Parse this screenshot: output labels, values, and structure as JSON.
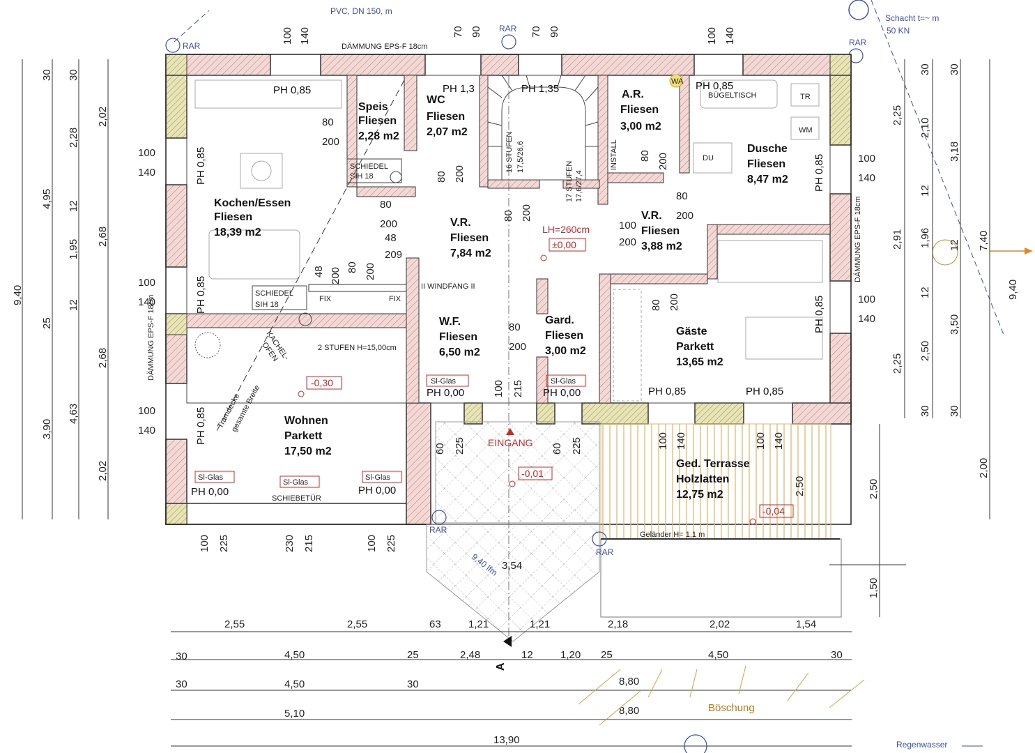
{
  "colors": {
    "wall_fill": "#f3d9d5",
    "wall_hatch": "#c98a86",
    "insulation": "#c9c48a",
    "dim_line": "#333333",
    "red": "#dd2222",
    "blue": "#3b4fb5",
    "orange": "#c47a1a"
  },
  "top_notes": {
    "pipe": "PVC, DN 150,  m",
    "shaft": "Schacht t=~  m",
    "load": "50 KN",
    "rar": "RAR",
    "insulation_top": "DÄMMUNG EPS-F 18cm",
    "insulation_right": "DÄMMUNG EPS-F 18cm",
    "insulation_left": "DÄMMUNG EPS-F 18cm"
  },
  "rooms": {
    "kochen": {
      "name": "Kochen/Essen",
      "material": "Fliesen",
      "area": "18,39 m2"
    },
    "speis": {
      "name": "Speis",
      "material": "Fliesen",
      "area": "2,28 m2"
    },
    "wc": {
      "name": "WC",
      "material": "Fliesen",
      "area": "2,07 m2"
    },
    "ar": {
      "name": "A.R.",
      "material": "Fliesen",
      "area": "3,00 m2"
    },
    "dusche": {
      "name": "Dusche",
      "material": "Fliesen",
      "area": "8,47 m2"
    },
    "vr1": {
      "name": "V.R.",
      "material": "Fliesen",
      "area": "7,84 m2"
    },
    "vr2": {
      "name": "V.R.",
      "material": "Fliesen",
      "area": "3,88 m2"
    },
    "wf": {
      "name": "W.F.",
      "material": "Fliesen",
      "area": "6,50 m2"
    },
    "gard": {
      "name": "Gard.",
      "material": "Fliesen",
      "area": "3,00 m2"
    },
    "gaeste": {
      "name": "Gäste",
      "material": "Parkett",
      "area": "13,65 m2"
    },
    "wohnen": {
      "name": "Wohnen",
      "material": "Parkett",
      "area": "17,50 m2"
    },
    "terrasse": {
      "name": "Ged. Terrasse",
      "material": "Holzlatten",
      "area": "12,75 m2"
    }
  },
  "labels": {
    "ph085": "PH 0,85",
    "ph000": "PH 0,00",
    "ph13": "PH 1,3",
    "ph135": "PH 1,35",
    "siglas": "Sl-Glas",
    "schiebetuer": "SCHIEBETÜR",
    "schiedel18": "SCHIEDEL",
    "sih18": "SIH 18",
    "fix": "FIX",
    "stufen16": "16 STUFEN",
    "stufen16b": "17,5/26,6",
    "stufen17": "17 STUFEN",
    "stufen17b": "17,6/27,4",
    "windfang": "II WINDFANG II",
    "zwei_stufen": "2 STUFEN H=15,00cm",
    "kachelofen1": "KACHEL-",
    "kachelofen2": "OFEN",
    "tramdecke1": "Tramdecke",
    "tramdecke2": "gesamte Breite",
    "lh": "LH=260cm",
    "lvl0": "±0,00",
    "lvlm030": "-0,30",
    "lvlm001": "-0,01",
    "lvlm004": "-0,04",
    "eingang": "EINGANG",
    "bueglertisch": "BÜGELTISCH",
    "tr": "TR",
    "wm": "WM",
    "du": "DU",
    "wa": "WA",
    "install": "INSTALL",
    "gelaender": "Geländer H= 1,1 m",
    "boeschung": "Böschung",
    "regenwasser": "Regenwasser",
    "section": "A",
    "diag": "9,40 lfm"
  },
  "dims_bottom": {
    "row1": [
      "2,55",
      "2,55",
      "63",
      "1,21",
      "1,21",
      "2,18",
      "2,02",
      "1,54"
    ],
    "row2": [
      "30",
      "4,50",
      "25",
      "2,48",
      "12",
      "1,20",
      "25",
      "4,50",
      "30"
    ],
    "row3": [
      "30",
      "4,50",
      "30",
      "8,80"
    ],
    "row4": [
      "5,10",
      "8,80"
    ],
    "row5": [
      "13,90"
    ],
    "mid": "3,54"
  },
  "dims_left": {
    "col1": [
      "9,40"
    ],
    "col2": [
      "30",
      "4,95",
      "25",
      "3,90"
    ],
    "col3": [
      "30",
      "2,28",
      "12",
      "1,95",
      "12",
      "4,63"
    ],
    "col4": [
      "2,02",
      "2,68",
      "2,68",
      "2,02"
    ]
  },
  "dims_right": {
    "col1": [
      "2,25",
      "2,91",
      "2,25"
    ],
    "col2": [
      "30",
      "2,10",
      "12",
      "1,96",
      "12",
      "2,50",
      "30"
    ],
    "col3": [
      "30",
      "3,18",
      "12",
      "3,50",
      "30"
    ],
    "col4": [
      "7,40",
      "2,00"
    ],
    "col5": [
      "9,40"
    ],
    "terr": [
      "2,50",
      "1,50"
    ]
  },
  "opening": {
    "w100": "100",
    "h140": "140",
    "w80": "80",
    "h200": "200",
    "w70": "70",
    "h90": "90",
    "w48": "48",
    "h209": "209",
    "w225": "225",
    "w230": "230",
    "w215": "215",
    "w60": "60",
    "t250": "2,50"
  }
}
